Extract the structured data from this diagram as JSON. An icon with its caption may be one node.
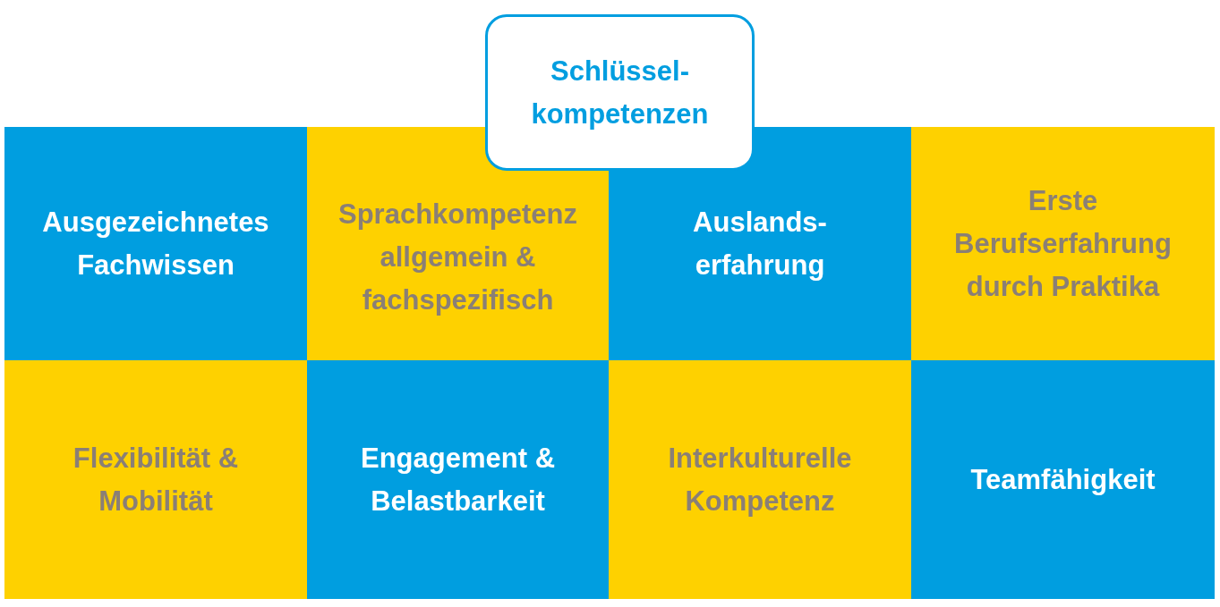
{
  "diagram": {
    "nodes": [
      {
        "text": [
          "Schlüssel- kompetenzen"
        ]
      },
      {
        "text": [
          "Ausgezeichnetes Fachwissen"
        ]
      },
      {
        "text": [
          "Sprachkompetenz allgemein & fachspezifisch"
        ]
      },
      {
        "text": [
          "Auslands- erfahrung"
        ]
      },
      {
        "text": [
          "Erste Berufserfahrung durch Praktika"
        ]
      },
      {
        "text": [
          "Flexibilität & Mobilität"
        ]
      },
      {
        "text": [
          "Engagement & Belastbarkeit"
        ]
      },
      {
        "text": [
          "Interkulturelle Kompetenz"
        ]
      },
      {
        "text": [
          "Teamfähigkeit"
        ]
      }
    ]
  }
}
